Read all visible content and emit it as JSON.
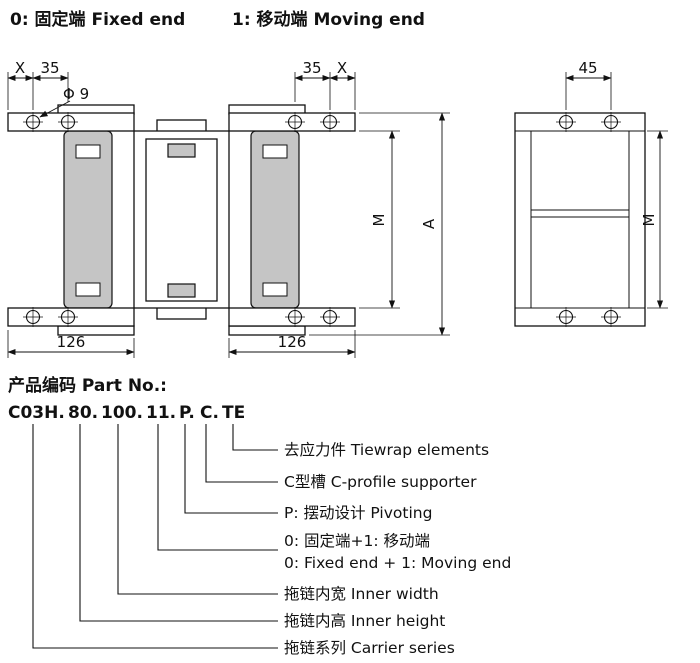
{
  "header": {
    "fixed_end": "0: 固定端 Fixed end",
    "moving_end": "1: 移动端 Moving end"
  },
  "drawing": {
    "front_view": {
      "dim_x_left": "X",
      "dim_35_left": "35",
      "dim_hole": "Φ 9",
      "dim_35_right": "35",
      "dim_x_right": "X",
      "dim_m": "M",
      "dim_a": "A",
      "dim_126_left": "126",
      "dim_126_right": "126"
    },
    "side_view": {
      "dim_45": "45",
      "dim_m": "M"
    }
  },
  "part_no": {
    "title": "产品编码 Part No.:",
    "code": "C03H.80.100.11.P.C.TE",
    "segments": [
      "C03H.",
      "80.",
      "100.",
      "11.",
      "P.",
      "C.",
      "TE"
    ],
    "legend": [
      {
        "label": "去应力件 Tiewrap elements"
      },
      {
        "label": "C型槽 C-profile supporter"
      },
      {
        "label": "P: 摆动设计 Pivoting"
      },
      {
        "label": "0: 固定端+1: 移动端",
        "label2": "0: Fixed end + 1: Moving end"
      },
      {
        "label": "拖链内宽 Inner width"
      },
      {
        "label": "拖链内高 Inner height"
      },
      {
        "label": "拖链系列 Carrier series"
      }
    ]
  },
  "colors": {
    "line": "#111111",
    "plate_fill": "#c5c5c5"
  }
}
